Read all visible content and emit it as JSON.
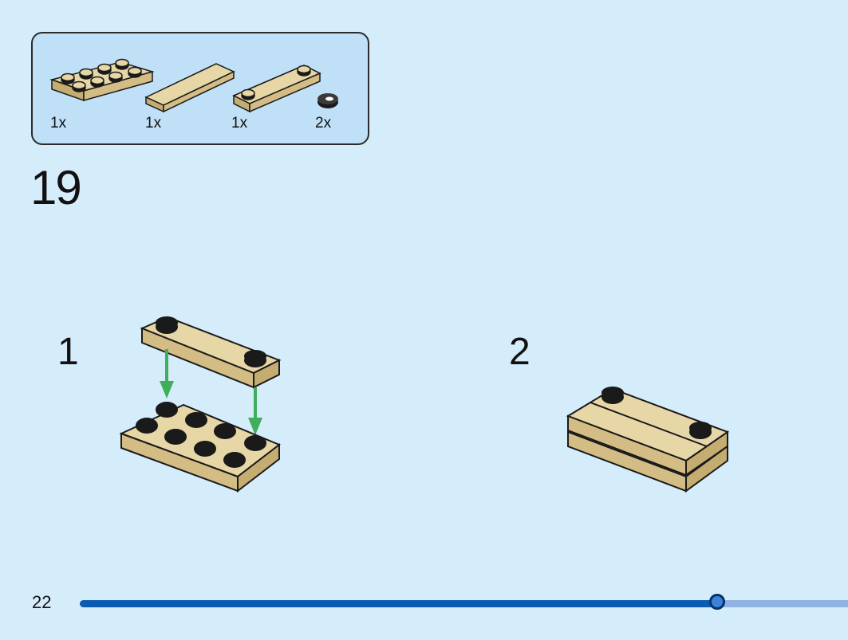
{
  "parts_list": [
    {
      "icon": "plate-2x4-icon",
      "quantity": "1x"
    },
    {
      "icon": "tile-1x4-icon",
      "quantity": "1x"
    },
    {
      "icon": "plate-1x4-with-2-studs-icon",
      "quantity": "1x"
    },
    {
      "icon": "round-tile-1x1-icon",
      "quantity": "2x"
    }
  ],
  "step": {
    "number": "19"
  },
  "substeps": [
    {
      "number": "1"
    },
    {
      "number": "2"
    }
  ],
  "footer": {
    "page_number": "22",
    "progress": 0.83
  },
  "colors": {
    "background": "#d5ecfb",
    "parts_box": "#bfe0f7",
    "brick_tan": "#dcc896",
    "arrow_green": "#3fae5b",
    "progress_fill": "#0b5cb0",
    "progress_track": "#8fb2e3"
  }
}
